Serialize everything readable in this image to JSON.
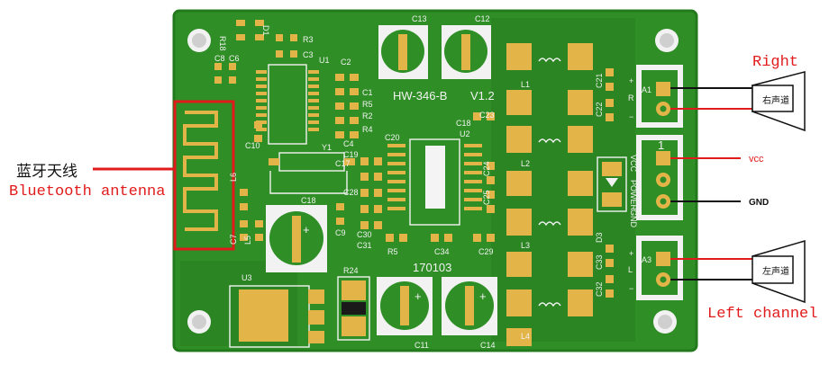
{
  "board": {
    "model": "HW-346-B",
    "version": "V1.2",
    "date_code": "170103",
    "refs": {
      "R18": "R18",
      "D1": "D1",
      "R3": "R3",
      "C3": "C3",
      "C8": "C8",
      "C6": "C6",
      "U1": "U1",
      "C2": "C2",
      "C13": "C13",
      "C12": "C12",
      "C1": "C1",
      "R5": "R5",
      "R2": "R2",
      "R4": "R4",
      "C10": "C10",
      "Y1": "Y1",
      "C4": "C4",
      "C19": "C19",
      "C17": "C17",
      "C20": "C20",
      "C18t": "C18",
      "U2": "U2",
      "C23": "C23",
      "C24": "C24",
      "C25": "C25",
      "L1": "L1",
      "L2": "L2",
      "L3": "L3",
      "L4": "L4",
      "C21": "C21",
      "C22": "C22",
      "R": "R",
      "L": "L",
      "plus": "+",
      "minus": "−",
      "VCC": "VCC",
      "GND": "GND",
      "POWER": "POWER",
      "A1": "A1",
      "A3": "A3",
      "one": "1",
      "L6": "L6",
      "C7": "C7",
      "L5": "L5",
      "C18": "C18",
      "C9": "C9",
      "C28": "C28",
      "C30": "C30",
      "C31": "C31",
      "R5b": "R5",
      "C34": "C34",
      "C29": "C29",
      "D3": "D3",
      "C33": "C33",
      "C32": "C32",
      "U3": "U3",
      "R24": "R24",
      "C11": "C11",
      "C14": "C14"
    }
  },
  "labels": {
    "antenna_cn": "蓝牙天线",
    "antenna_en": "Bluetooth antenna",
    "right": "Right",
    "right_speaker": "右声道",
    "vcc": "vcc",
    "gnd": "GND",
    "left_speaker": "左声道",
    "left_channel": "Left channel"
  }
}
